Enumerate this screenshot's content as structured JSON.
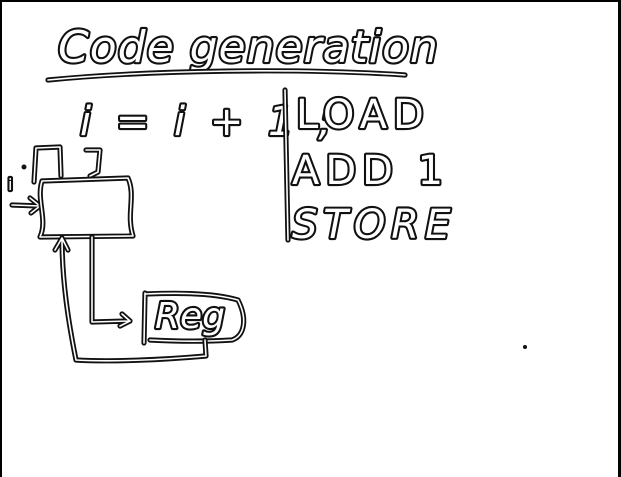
{
  "whiteboard": {
    "title": "Code generation",
    "statement": "i = i + 1 ;",
    "side_label": "i",
    "register_label": "Reg",
    "instructions": [
      "LOAD",
      "ADD 1",
      "STORE"
    ]
  },
  "colors": {
    "ink": "#111111",
    "background": "#ffffff"
  }
}
